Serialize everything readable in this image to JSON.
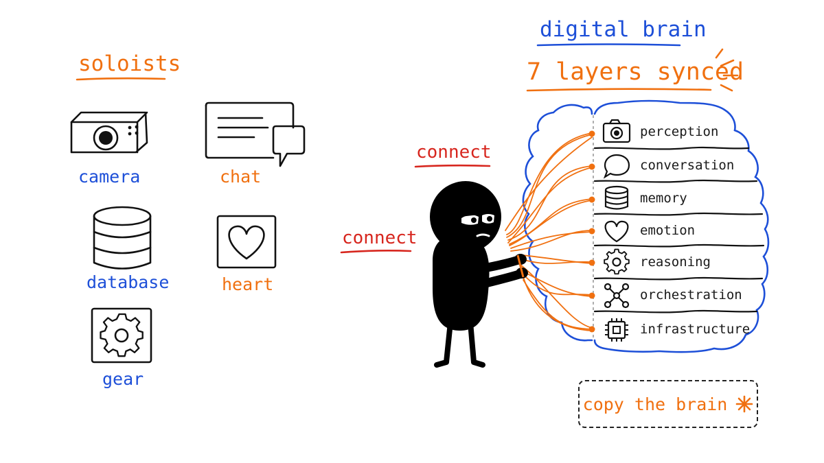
{
  "soloists": {
    "title": "soloists",
    "items": [
      {
        "icon": "camera-icon",
        "label": "camera"
      },
      {
        "icon": "chat-icon",
        "label": "chat"
      },
      {
        "icon": "database-icon",
        "label": "database"
      },
      {
        "icon": "heart-icon",
        "label": "heart"
      },
      {
        "icon": "gear-icon",
        "label": "gear"
      }
    ]
  },
  "brain": {
    "title": "digital brain",
    "subtitle": "7 layers synced",
    "layers": [
      {
        "icon": "camera-icon",
        "label": "perception"
      },
      {
        "icon": "speech-bubble-icon",
        "label": "conversation"
      },
      {
        "icon": "database-icon",
        "label": "memory"
      },
      {
        "icon": "heart-icon",
        "label": "emotion"
      },
      {
        "icon": "gear-icon",
        "label": "reasoning"
      },
      {
        "icon": "network-icon",
        "label": "orchestration"
      },
      {
        "icon": "chip-icon",
        "label": "infrastructure"
      }
    ]
  },
  "connect_labels": [
    "connect",
    "connect"
  ],
  "copy_button": {
    "label": "copy the brain",
    "icon": "asterisk-icon"
  },
  "colors": {
    "blue": "#1d4fd8",
    "orange": "#f07010",
    "red": "#d7261e",
    "ink": "#111111"
  }
}
